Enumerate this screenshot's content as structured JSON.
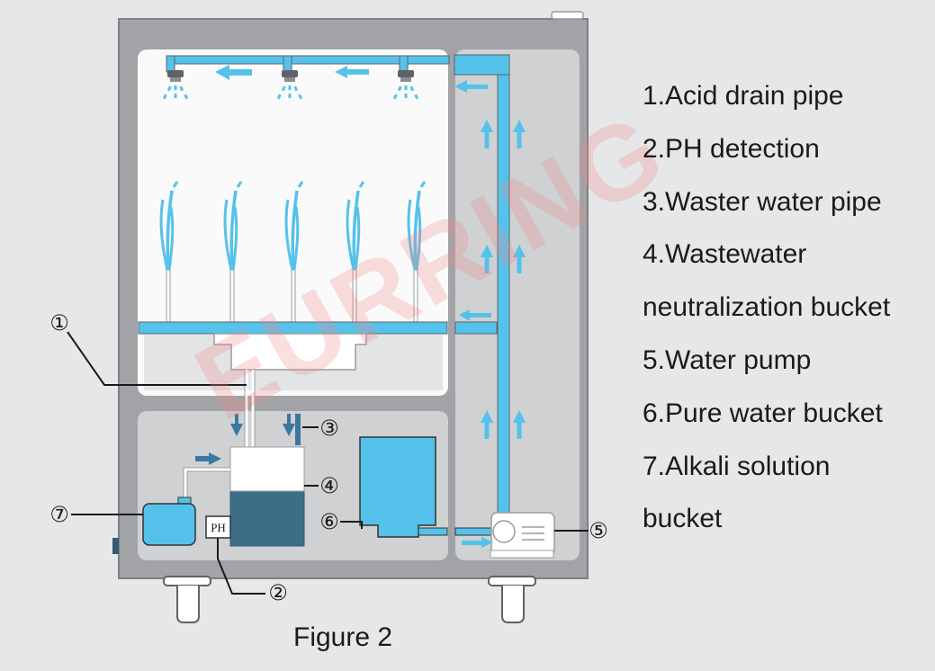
{
  "legend": [
    "1.Acid drain pipe",
    "2.PH detection",
    "3.Waster water pipe",
    "4.Wastewater",
    "neutralization bucket",
    "5.Water pump",
    "6.Pure water bucket",
    "7.Alkali solution",
    "bucket"
  ],
  "callouts": [
    "①",
    "②",
    "③",
    "④",
    "⑤",
    "⑥",
    "⑦"
  ],
  "ph_label": "PH",
  "watermark": "EURRING",
  "caption": "Figure 2",
  "colors": {
    "water": "#55c2eb",
    "cabinet": "#a1a3a6",
    "panel": "#cfd1d3",
    "chamber": "#fafafa",
    "dark_water": "#3d6e87",
    "arrow_dark": "#3a78a0",
    "watermark": "#f08a8a"
  },
  "icons": [
    "spray-nozzle-icon",
    "water-jet-icon",
    "flow-arrow-icon",
    "pump-icon"
  ]
}
